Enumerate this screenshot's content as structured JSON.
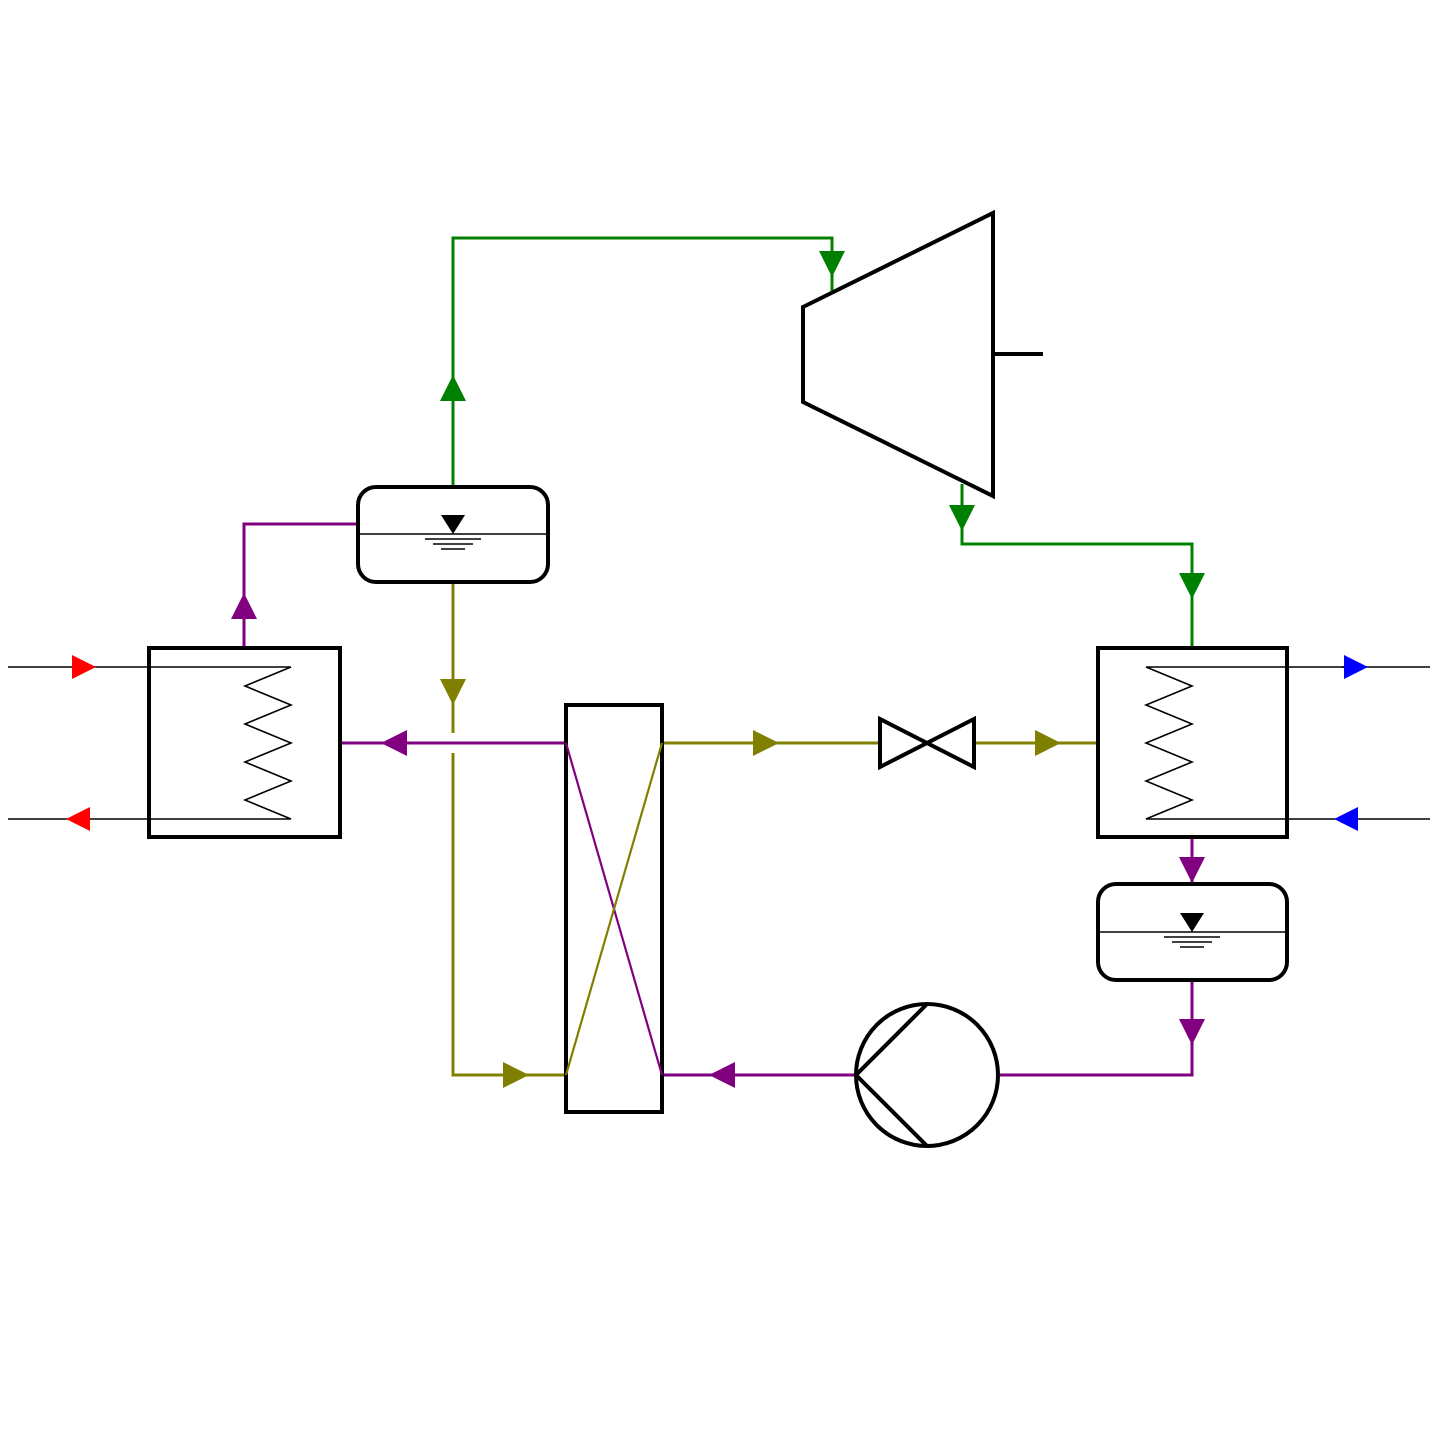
{
  "diagram": {
    "type": "process-flow-diagram",
    "components": [
      {
        "id": "evaporator",
        "kind": "heat-exchanger-coil"
      },
      {
        "id": "separator-top",
        "kind": "liquid-vapor-separator"
      },
      {
        "id": "recuperator",
        "kind": "counterflow-heat-exchanger"
      },
      {
        "id": "turbine",
        "kind": "expander"
      },
      {
        "id": "throttle-valve",
        "kind": "valve"
      },
      {
        "id": "condenser",
        "kind": "heat-exchanger-coil"
      },
      {
        "id": "separator-bottom",
        "kind": "liquid-vapor-separator"
      },
      {
        "id": "pump",
        "kind": "pump"
      }
    ],
    "streams": [
      {
        "id": "hot-source",
        "color": "#ff0000"
      },
      {
        "id": "cold-sink",
        "color": "#0000ff"
      },
      {
        "id": "vapor",
        "color": "#008000"
      },
      {
        "id": "liquid-solution",
        "color": "#808000"
      },
      {
        "id": "working-fluid",
        "color": "#800080"
      },
      {
        "id": "external",
        "color": "#000000"
      }
    ]
  }
}
